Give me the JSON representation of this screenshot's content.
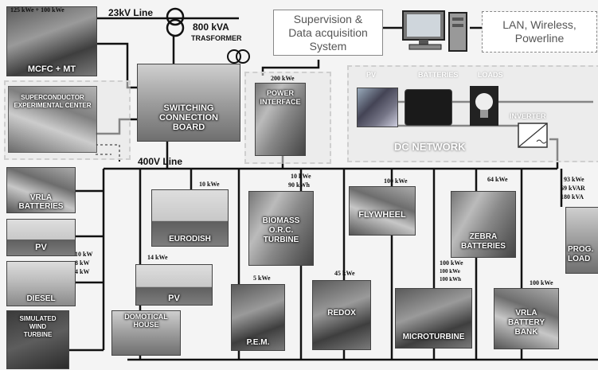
{
  "top": {
    "line_23kv": "23kV Line",
    "transformer_power": "800 kVA",
    "transformer_label": "TRASFORMER",
    "line_400v": "400V Line"
  },
  "supervision": {
    "line1": "Supervision &",
    "line2": "Data acquisition",
    "line3": "System"
  },
  "network": {
    "line1": "LAN, Wireless,",
    "line2": "Powerline"
  },
  "mcfc": {
    "rating": "125 kWe + 100 kWe",
    "label": "MCFC + MT"
  },
  "superconductor": {
    "line1": "SUPERCONDUCTOR",
    "line2": "EXPERIMENTAL CENTER"
  },
  "switching": {
    "line1": "SWITCHING",
    "line2": "CONNECTION",
    "line3": "BOARD"
  },
  "power_interface": {
    "rating": "200 kWe",
    "line1": "POWER",
    "line2": "INTERFACE"
  },
  "dc": {
    "pv": "PV",
    "batteries": "BATTERIES",
    "loads": "LOADS",
    "inverter": "INVERTER",
    "network": "DC NETWORK"
  },
  "vrla": {
    "line1": "VRLA",
    "line2": "BATTERIES"
  },
  "pv_left": {
    "label": "PV"
  },
  "diesel": {
    "label": "DIESEL",
    "r1": "10 kW",
    "r2": "8 kW",
    "r3": "4 kW"
  },
  "wind": {
    "line1": "SIMULATED",
    "line2": "WIND",
    "line3": "TURBINE"
  },
  "eurodish": {
    "rating": "10 kWe",
    "label": "EURODISH"
  },
  "pv_mid": {
    "rating": "14 kWe",
    "label": "PV"
  },
  "domotic": {
    "line1": "DOMOTICAL",
    "line2": "HOUSE"
  },
  "biomass": {
    "rating1": "10 kWe",
    "rating2": "90 kWh",
    "line1": "BIOMASS",
    "line2": "O.R.C.",
    "line3": "TURBINE"
  },
  "pem": {
    "rating": "5 kWe",
    "label": "P.E.M."
  },
  "redox": {
    "rating": "45 kWe",
    "label": "REDOX"
  },
  "flywheel": {
    "rating": "100 kWe",
    "label": "FLYWHEEL"
  },
  "microturbine": {
    "r1": "100 kWe",
    "r2": "100 kWe",
    "r3": "100 kWh",
    "label": "MICROTURBINE"
  },
  "zebra": {
    "rating": "64 kWe",
    "line1": "ZEBRA",
    "line2": "BATTERIES"
  },
  "vrla_bank": {
    "rating": "100 kWe",
    "line1": "VRLA",
    "line2": "BATTERY",
    "line3": "BANK"
  },
  "prog_load": {
    "r1": "93 kWe",
    "r2": "69 kVAR",
    "r3": "180 kVA",
    "line1": "PROG.",
    "line2": "LOAD"
  }
}
